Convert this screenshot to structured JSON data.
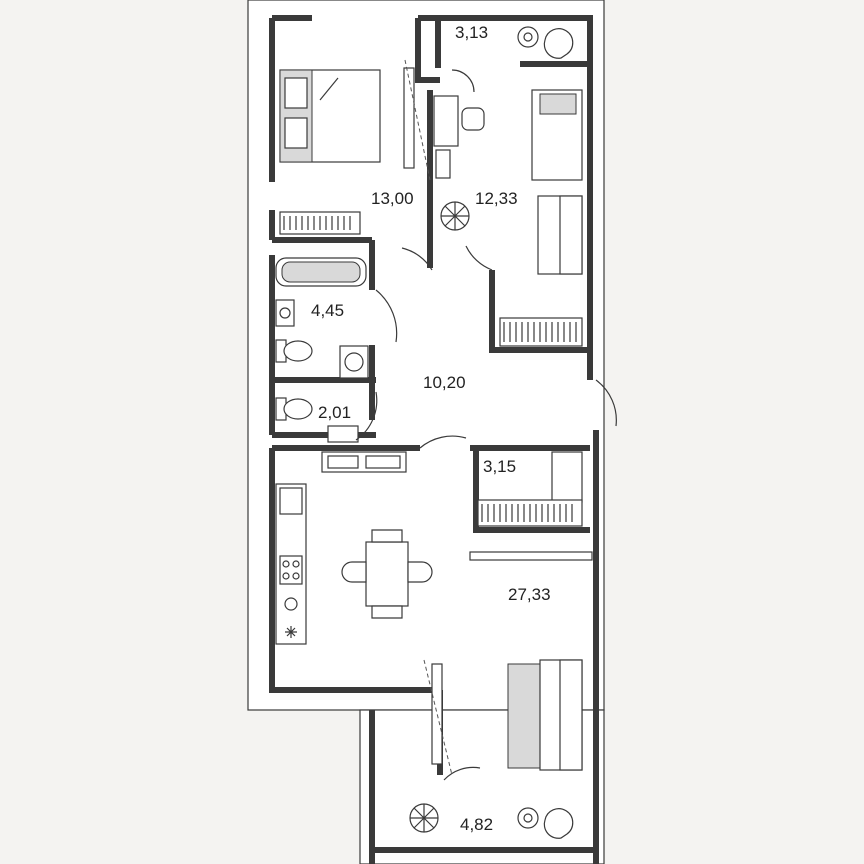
{
  "rooms": [
    {
      "id": "balcony-top",
      "area": "3,13"
    },
    {
      "id": "bedroom-master",
      "area": "13,00"
    },
    {
      "id": "bedroom-second",
      "area": "12,33"
    },
    {
      "id": "bathroom",
      "area": "4,45"
    },
    {
      "id": "hallway",
      "area": "10,20"
    },
    {
      "id": "toilet",
      "area": "2,01"
    },
    {
      "id": "closet",
      "area": "3,15"
    },
    {
      "id": "kitchen-living",
      "area": "27,33"
    },
    {
      "id": "balcony-bottom",
      "area": "4,82"
    }
  ],
  "colors": {
    "background": "#f4f3f1",
    "wall": "#3a3a3a",
    "furniture_fill": "#ffffff",
    "accent_gray": "#d9d9d9"
  }
}
